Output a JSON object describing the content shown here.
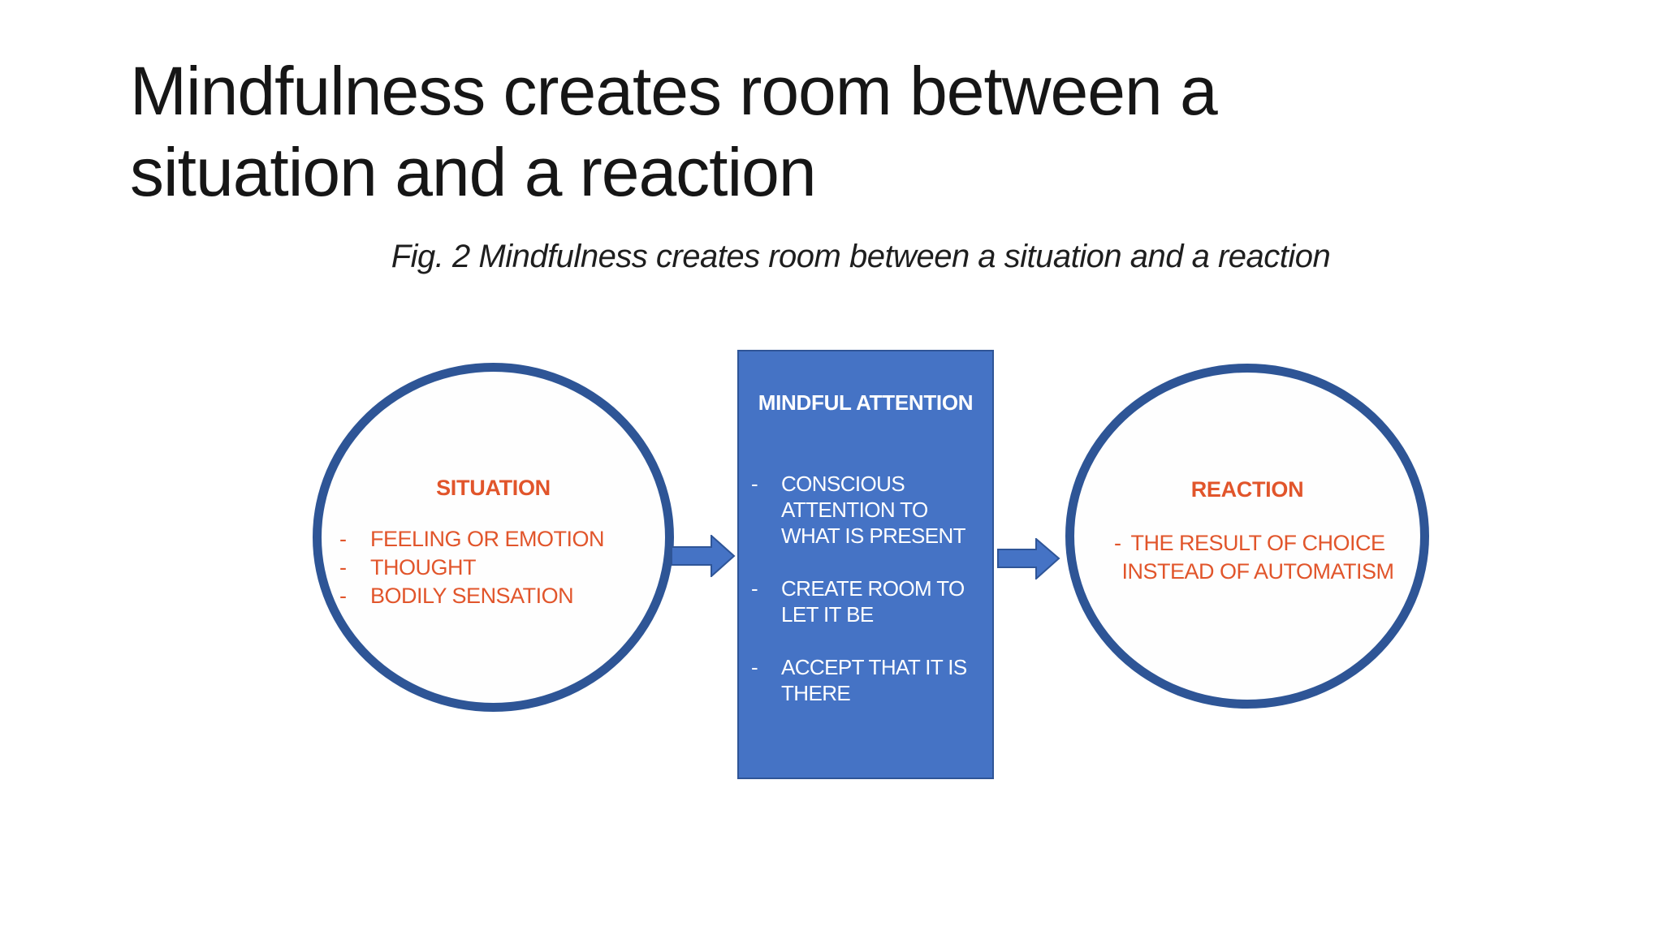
{
  "slide": {
    "title_lines": [
      "Mindfulness creates room between a",
      "situation and a reaction"
    ],
    "caption": "Fig. 2 Mindfulness creates room between a situation and a reaction"
  },
  "figure": {
    "dash": "-",
    "situation": {
      "heading": "SITUATION",
      "items": [
        {
          "lines": [
            "FEELING OR EMOTION"
          ]
        },
        {
          "lines": [
            "THOUGHT"
          ]
        },
        {
          "lines": [
            "BODILY SENSATION"
          ]
        }
      ]
    },
    "mindful": {
      "heading": "MINDFUL ATTENTION",
      "items": [
        {
          "lines": [
            "CONSCIOUS",
            "ATTENTION TO",
            "WHAT IS PRESENT"
          ]
        },
        {
          "lines": [
            "CREATE ROOM TO",
            "LET IT BE"
          ]
        },
        {
          "lines": [
            "ACCEPT THAT IT IS",
            "THERE"
          ]
        }
      ]
    },
    "reaction": {
      "heading": "REACTION",
      "items": [
        {
          "lines": [
            "THE RESULT OF CHOICE",
            "INSTEAD OF AUTOMATISM"
          ]
        }
      ]
    },
    "colors": {
      "accent_blue": "#4573C5",
      "dark_blue": "#2E5596",
      "orange": "#E1552B"
    }
  }
}
